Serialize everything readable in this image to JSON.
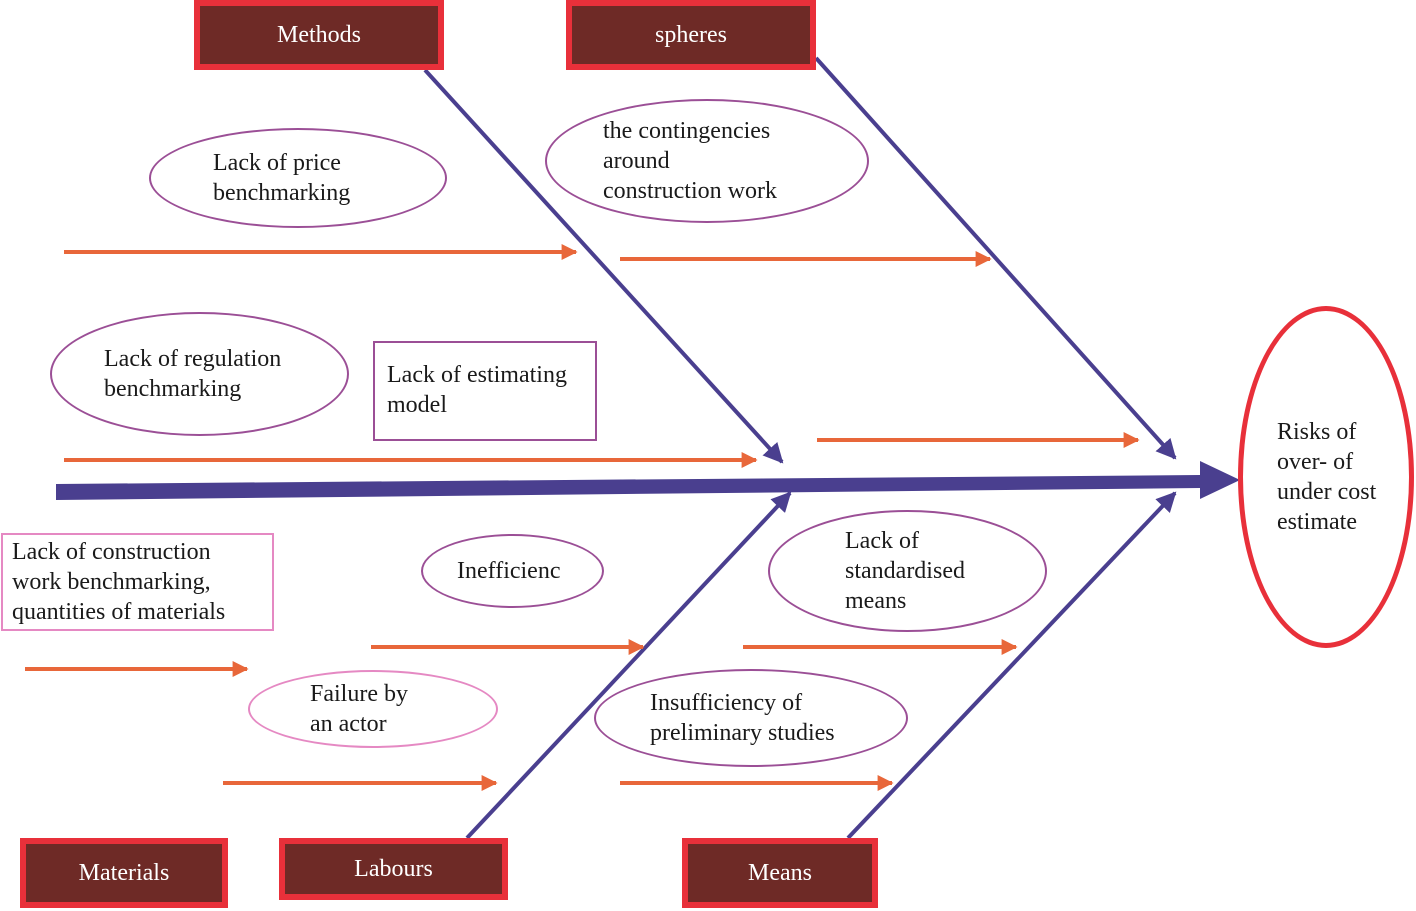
{
  "effect": {
    "label": "Risks of over- of under cost estimate",
    "lines": [
      "Risks of",
      "over- of",
      "under cost",
      "estimate"
    ]
  },
  "categories": {
    "methods": "Methods",
    "spheres": "spheres",
    "materials": "Materials",
    "labours": "Labours",
    "means": "Means"
  },
  "causes": {
    "price_benchmarking": [
      "Lack of price",
      "benchmarking"
    ],
    "contingencies": [
      "the contingencies",
      "around",
      "construction work"
    ],
    "regulation_benchmarking": [
      "Lack of regulation",
      "benchmarking"
    ],
    "estimating_model": [
      "Lack of estimating",
      "model"
    ],
    "construction_work_benchmarking": [
      "Lack of construction",
      "work benchmarking,",
      "quantities of materials"
    ],
    "inefficiency": [
      "Inefficienc"
    ],
    "standardised_means": [
      "Lack of",
      "standardised",
      "means"
    ],
    "failure_by_actor": [
      "Failure by",
      "an actor"
    ],
    "preliminary_studies": [
      "Insufficiency of",
      "preliminary studies"
    ]
  },
  "colors": {
    "spine": "#4a3f8f",
    "cause_arrow": "#e8673a",
    "category_fill": "#6e2a26",
    "category_border": "#e8303a",
    "oval_border": "#9b4f96",
    "effect_border": "#e8303a"
  }
}
